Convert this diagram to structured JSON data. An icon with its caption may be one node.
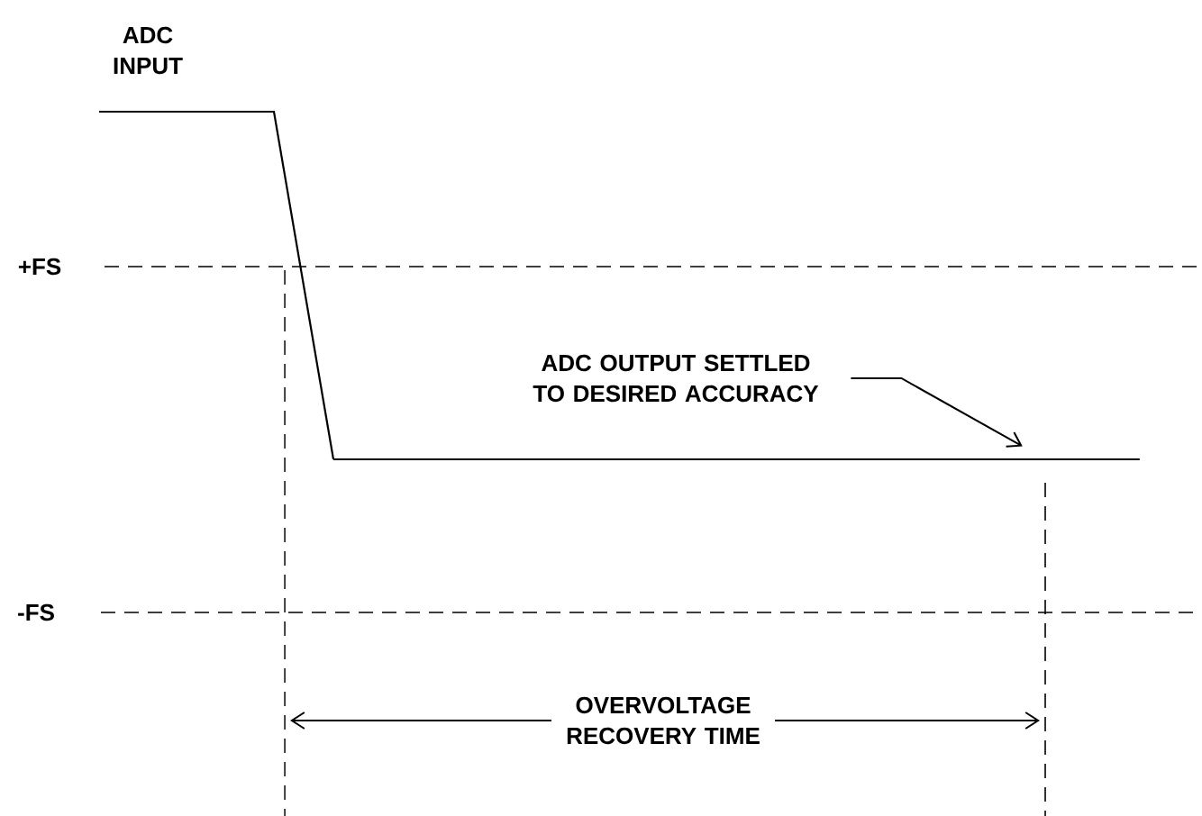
{
  "diagram": {
    "nodes": [
      {
        "text": [
          "ADC OUTPUT SETTLED TO DESIRED ACCURACY"
        ]
      },
      {
        "text": [],
        "shape": "picture"
      }
    ],
    "edges": [
      {
        "from": 0,
        "to": 1,
        "arrow": "to"
      }
    ],
    "labels": [
      "ADC INPUT",
      "+FS",
      "-FS",
      "OVERVOLTAGE RECOVERY TIME"
    ]
  }
}
